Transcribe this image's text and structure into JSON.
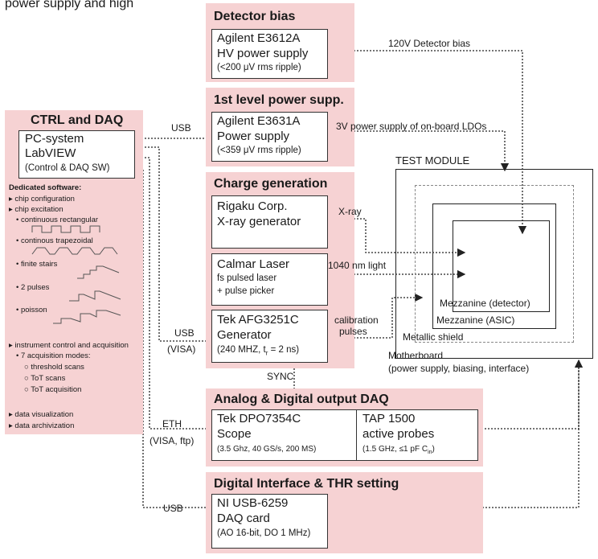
{
  "header_text": "power supply and high",
  "detector_bias": {
    "title": "Detector bias",
    "line1": "Agilent E3612A",
    "line2": "HV power supply",
    "line3": "(<200 μV rms ripple)"
  },
  "first_level": {
    "title": "1st level power supp.",
    "line1": "Agilent E3631A",
    "line2": "Power supply",
    "line3": "(<359 μV rms ripple)"
  },
  "charge_generation": {
    "title": "Charge generation",
    "rigaku": {
      "line1": "Rigaku Corp.",
      "line2": "X-ray generator"
    },
    "calmar": {
      "line1": "Calmar Laser",
      "line2": "fs pulsed laser",
      "line3": "+ pulse picker"
    },
    "tek_afg": {
      "line1": "Tek AFG3251C",
      "line2": "Generator",
      "line3_pre": "(240 MHZ, t",
      "line3_sub": "r",
      "line3_post": " = 2 ns)"
    }
  },
  "ctrl_daq": {
    "title": "CTRL and DAQ",
    "pc_line1": "PC-system",
    "pc_line2": "LabVIEW",
    "pc_line3": "(Control & DAQ SW)",
    "software_title": "Dedicated software:",
    "items": {
      "chip_config": "chip configuration",
      "chip_excitation": "chip excitation",
      "rect": "continuous rectangular",
      "trap": "continous trapezoidal",
      "stairs": "finite stairs",
      "pulses": "2 pulses",
      "poisson": "poisson",
      "instrument": "instrument control and acquisition",
      "modes": "7 acquisition modes:",
      "threshold": "threshold scans",
      "tot_scans": "ToT scans",
      "tot_acq": "ToT acquisition",
      "visualization": "data visualization",
      "archivization": "data archivization"
    }
  },
  "analog_digital": {
    "title": "Analog & Digital output DAQ",
    "scope": {
      "line1": "Tek DPO7354C",
      "line2": "Scope",
      "line3": "(3.5 Ghz, 40 GS/s, 200 MS)"
    },
    "probes": {
      "line1": "TAP 1500",
      "line2": "active probes",
      "line3_pre": "(1.5 GHz, ≤1 pF C",
      "line3_sub": "in",
      "line3_post": ")"
    }
  },
  "digital_interface": {
    "title": "Digital Interface & THR setting",
    "line1": "NI USB-6259",
    "line2": "DAQ card",
    "line3": "(AO 16-bit, DO 1 MHz)"
  },
  "test_module": {
    "title": "TEST MODULE",
    "mezz_detector": "Mezzanine (detector)",
    "mezz_asic": "Mezzanine (ASIC)",
    "shield": "Metallic shield",
    "motherboard_line1": "Motherboard",
    "motherboard_line2": "(power supply, biasing, interface)"
  },
  "links": {
    "bias": "120V Detector bias",
    "ldo": "3V power supply of on-board LDOs",
    "xray": "X-ray",
    "light": "1040 nm light",
    "calib1": "calibration",
    "calib2": "pulses",
    "sync": "SYNC",
    "usb1": "USB",
    "usb2": "USB",
    "visa": "(VISA)",
    "eth": "ETH",
    "visa_ftp": "(VISA, ftp)",
    "usb3": "USB"
  }
}
